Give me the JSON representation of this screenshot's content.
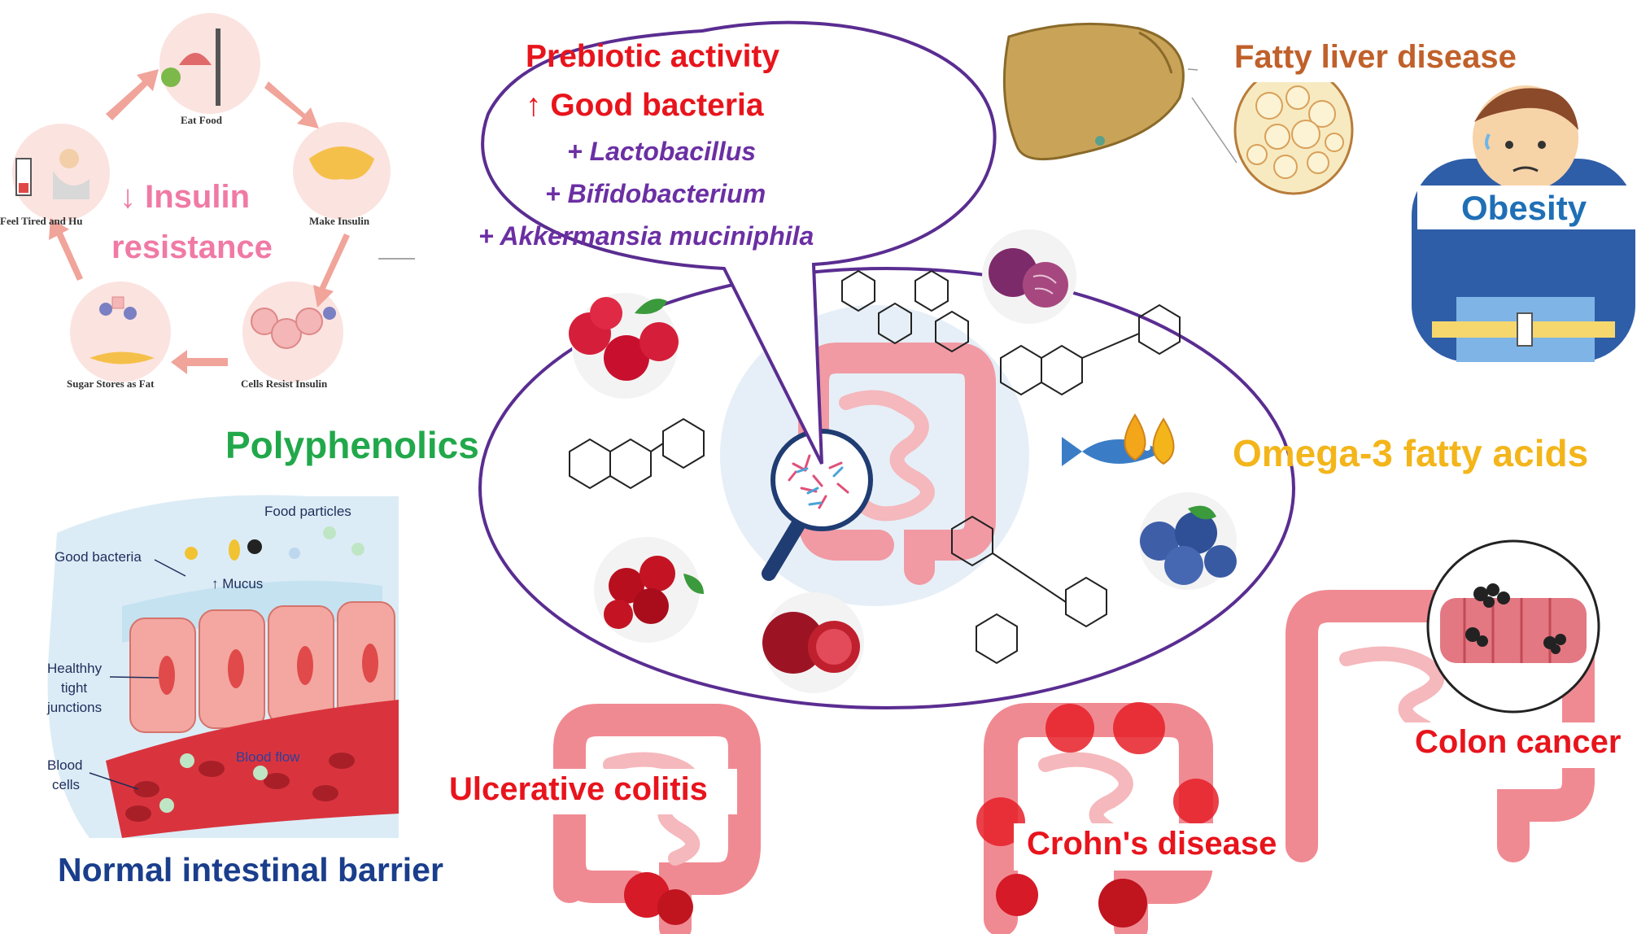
{
  "bubble": {
    "title": "Prebiotic activity",
    "subtitle_arrow": "↑",
    "subtitle": "Good bacteria",
    "bacteria": [
      "+ Lactobacillus",
      "+ Bifidobacterium",
      "+ Akkermansia muciniphila"
    ]
  },
  "center": {
    "polyphenolics": "Polyphenolics",
    "omega3": "Omega-3 fatty acids"
  },
  "insulin": {
    "arrow": "↓",
    "line1": "Insulin",
    "line2": "resistance",
    "cycle_steps": [
      "Eat Food",
      "Make Insulin",
      "Cells Resist Insulin",
      "Sugar Stores as Fat",
      "Feel Tired and Hu"
    ]
  },
  "barrier": {
    "title": "Normal intestinal barrier",
    "food_particles": "Food particles",
    "good_bacteria": "Good bacteria",
    "mucus": "Mucus",
    "mucus_arrow": "↑",
    "tight_junctions": [
      "Healthhy",
      "tight",
      "junctions"
    ],
    "blood_cells": [
      "Blood",
      "cells"
    ],
    "blood_flow": "Blood flow"
  },
  "diseases": {
    "fatty_liver": "Fatty liver disease",
    "obesity": "Obesity",
    "ulcerative_colitis": "Ulcerative colitis",
    "crohns": "Crohn's disease",
    "colon_cancer": "Colon cancer"
  },
  "colors": {
    "bubble_border": "#5a2d91",
    "bubble_red": "#e8141c",
    "bacteria_purple": "#6b2fa3",
    "polyphenolics_green": "#21a84a",
    "omega_yellow": "#f3b51a",
    "insulin_pink": "#f07aa5",
    "barrier_blue": "#1a3e8c",
    "fatty_liver_brown": "#c0602a",
    "obesity_blue": "#1f6fb6",
    "disease_red": "#e8141c"
  }
}
